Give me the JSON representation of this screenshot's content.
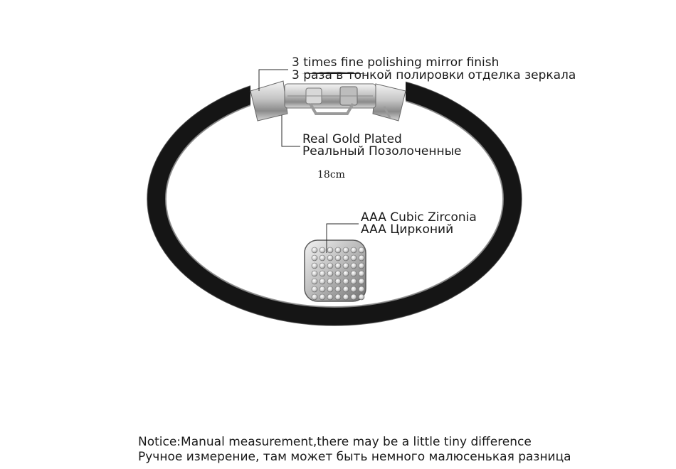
{
  "annotations": {
    "clasp": {
      "en": "3 times fine polishing mirror finish",
      "ru": "3 раза в тонкой полировки отделка зеркала"
    },
    "plating": {
      "en": "Real Gold Plated",
      "ru": "Реальный Позолоченные"
    },
    "length": "18cm",
    "stone": {
      "en": "AAA Cubic Zirconia",
      "ru": "AAA Цирконий"
    }
  },
  "notice": {
    "en": "Notice:Manual measurement,there may be a little tiny difference",
    "ru": "Ручное измерение, там может быть немного малюсенькая разница"
  },
  "colors": {
    "band": "#151515",
    "band_edge": "#9a9a9a",
    "metal": "#c8c8c8",
    "background": "#ffffff"
  }
}
